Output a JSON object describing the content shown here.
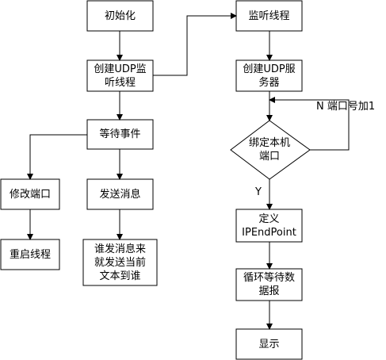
{
  "nodes": {
    "init": "初始化",
    "create_listen": "创建UDP监\n听线程",
    "wait_event": "等待事件",
    "modify_port": "修改端口",
    "restart_thread": "重启线程",
    "send_message": "发送消息",
    "send_text": "谁发消息来\n就发送当前\n文本到谁",
    "listen_thread": "监听线程",
    "create_server": "创建UDP服\n务器",
    "bind_port": "绑定本机\n端口",
    "define_endpoint": "定义\nIPEndPoint",
    "loop_wait": "循环等待数\n据报",
    "display": "显示"
  },
  "edge_labels": {
    "no_branch": "N  端口号加1",
    "yes_branch": "Y"
  }
}
